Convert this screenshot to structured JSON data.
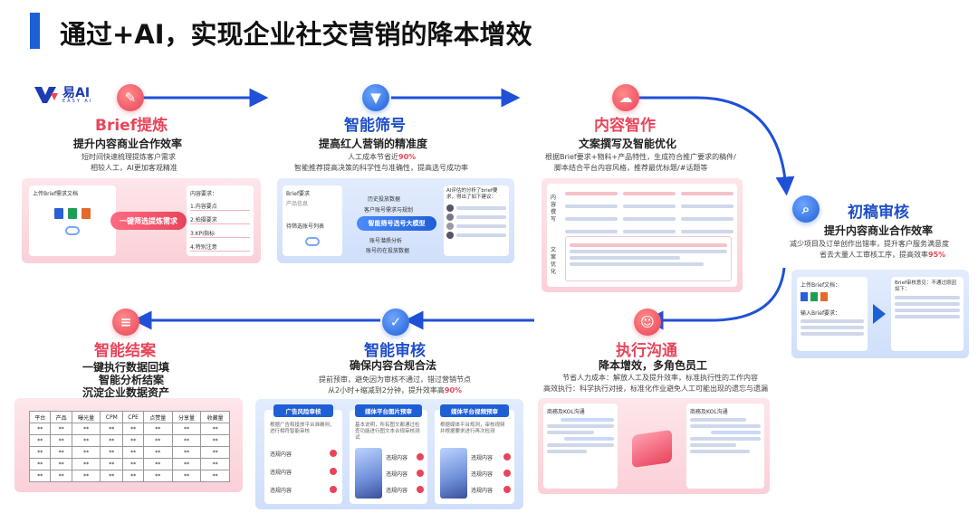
{
  "title": "通过+AI，实现企业社交营销的降本增效",
  "logo": {
    "text": "易AI",
    "sub": "EASY AI"
  },
  "colors": {
    "red": "#e8455a",
    "blue": "#1f5fd6",
    "arrow": "#2050d8"
  },
  "stages": {
    "brief": {
      "title": "Brief提炼",
      "subtitle": "提升内容商业合作效率",
      "desc1": "短时间快速梳理提炼客户需求",
      "desc2": "相较人工，AI更加客观精准",
      "icon": "edit-icon",
      "card": {
        "upload_label": "上传Brief需求文档",
        "button": "一键筛选提炼需求",
        "req_title": "内容要求：",
        "req_items": [
          "1.内容要点",
          "2.拍摄要求",
          "3.KPI指标",
          "4.特别注意"
        ]
      }
    },
    "screen": {
      "title": "智能筛号",
      "subtitle": "提高红人营销的精准度",
      "desc1_pre": "人工成本节省近",
      "desc1_hl": "90%",
      "desc2": "智能推荐提高决策的科学性与准确性，提高选号成功率",
      "icon": "filter-icon",
      "card": {
        "brief_label": "Brief要求",
        "product_label": "产品信息",
        "list_label": "待筛选账号列表",
        "tags": [
          "历史投放数据",
          "客户账号需求与规划"
        ],
        "button": "智能筛号选号大模型",
        "tags2": [
          "账号潜质分析",
          "账号的在投放数据"
        ],
        "result_title": "AI评估的分析了brief要求，得出了如下建议："
      }
    },
    "content": {
      "title": "内容智作",
      "subtitle": "文案撰写及智能优化",
      "desc1": "根据Brief要求+物料+产品特性，生成符合推广要求的稿件/",
      "desc2": "脚本结合平台内容风格，推荐最优标题/#话题等",
      "icon": "speech-icon",
      "card": {
        "label1": "内容撰写",
        "label2": "文案优化"
      }
    },
    "draft": {
      "title": "初稿审核",
      "subtitle": "提升内容商业合作效率",
      "desc1": "减少项目及订单创作出错率，提升客户服务满意度",
      "desc2_pre": "省去大量人工审核工序，提高效率",
      "desc2_hl": "95%",
      "icon": "search-doc-icon",
      "card": {
        "upload_label": "上传Brief文档：",
        "input_label": "输入Brief要求：",
        "result_label": "Brief审核意见：不通过原因如下："
      }
    },
    "execute": {
      "title": "执行沟通",
      "subtitle": "降本增效，多角色员工",
      "desc1": "节省人力成本：解放人工及提升效率，标准执行性的工作内容",
      "desc2": "高效执行：科学执行对接，标准化作业避免人工可能出现的遗忘与遗漏",
      "icon": "chat-icon",
      "card": {
        "chat1": "商務及KOL沟通",
        "chat2": "商務及KOL沟通"
      }
    },
    "review": {
      "title": "智能审核",
      "subtitle": "确保内容合规合法",
      "desc1": "提前预审，避免因为审核不通过，错过营销节点",
      "desc2_pre": "从2小时+缩减到2分钟，提升效率高",
      "desc2_hl": "90%",
      "icon": "shield-check-icon",
      "card": {
        "tabs": [
          "广告风险审核",
          "媒体平台图片预审",
          "媒体平台视频预审"
        ],
        "texts": [
          "根据广告和投放平台准确则，进行相符智能审核",
          "基本说明，所有图文都通过检查功能进行图文本合规审核测试",
          "根据媒体平台规则，审核视频并根据要求进行再次检测"
        ],
        "item_label": "违规内容"
      }
    },
    "settle": {
      "title": "智能结案",
      "line1": "一键执行数据回填",
      "line2": "智能分析结案",
      "line3": "沉淀企业数据资产",
      "icon": "report-icon",
      "table": {
        "headers": [
          "平台",
          "产品",
          "曝光量",
          "CPM",
          "CPE",
          "点赞量",
          "分享量",
          "收藏量"
        ],
        "cell": "**",
        "rows": 5
      }
    }
  }
}
